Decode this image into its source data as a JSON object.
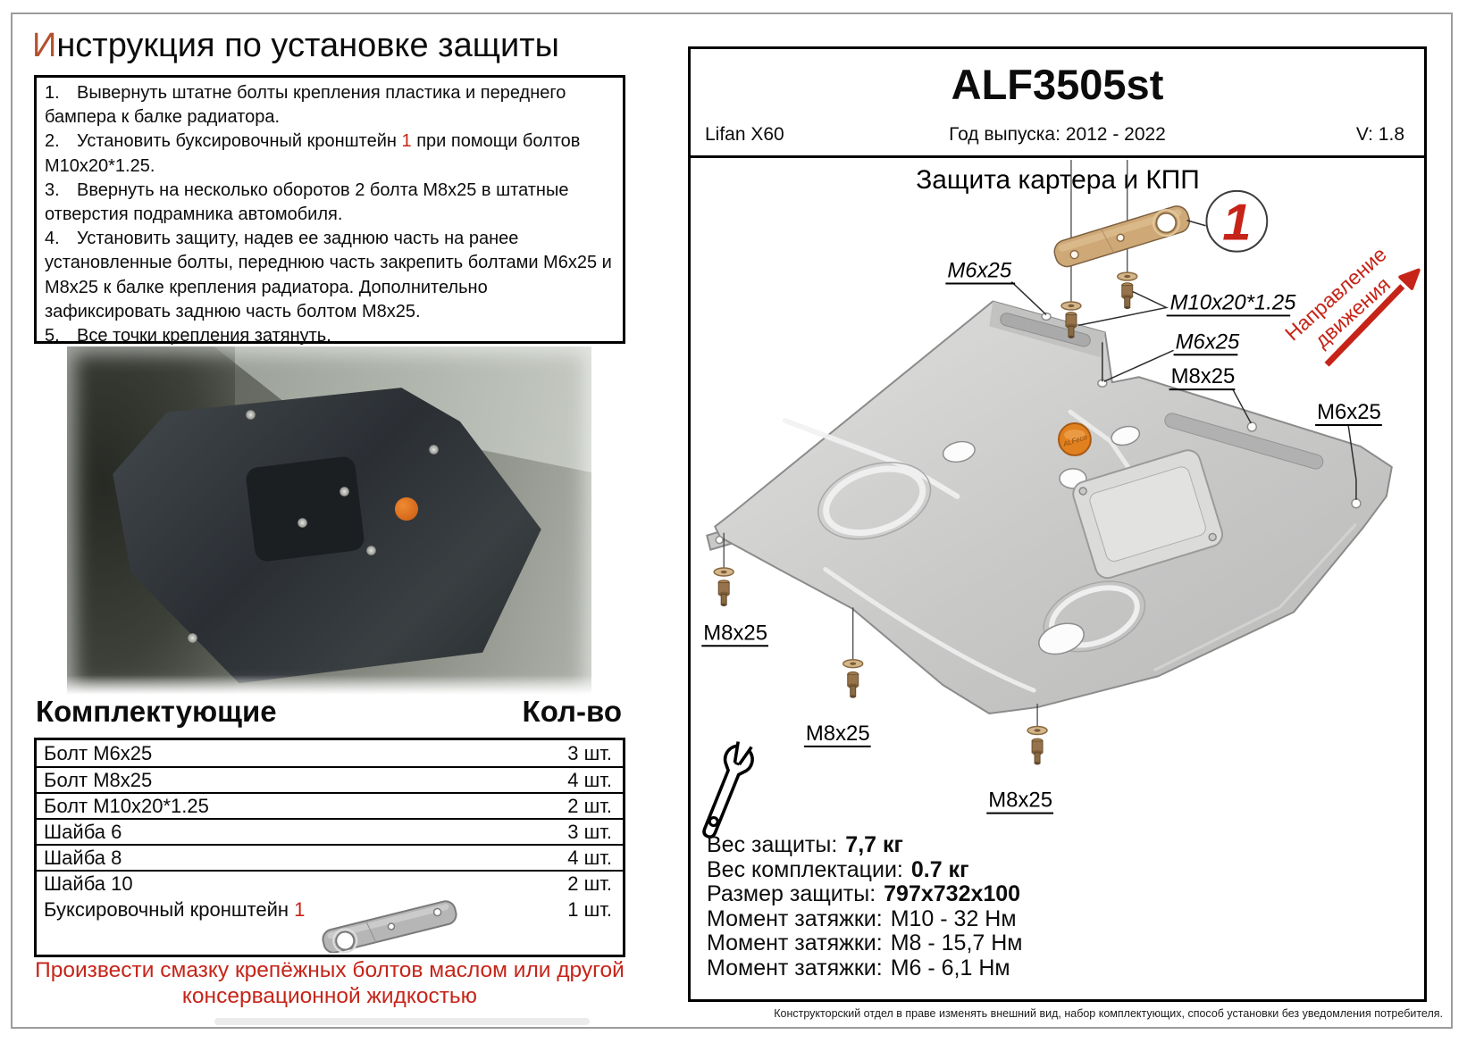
{
  "title": {
    "accent": "И",
    "rest": "нструкция по установке защиты"
  },
  "steps": [
    {
      "num": "1.",
      "pre": "Вывернуть штатне болты крепления пластика и переднего бампера к балке радиатора.",
      "ref": "",
      "post": ""
    },
    {
      "num": "2.",
      "pre": "Установить буксировочный кронштейн ",
      "ref": "1",
      "post": " при помощи болтов М10х20*1.25."
    },
    {
      "num": "3.",
      "pre": "Ввернуть на несколько оборотов 2 болта М8х25 в штатные отверстия подрамника автомобиля.",
      "ref": "",
      "post": ""
    },
    {
      "num": "4.",
      "pre": "Установить защиту, надев ее заднюю часть на ранее установленные болты, переднюю часть закрепить болтами М6х25 и М8х25 к балке крепления радиатора. Дополнительно зафиксировать заднюю часть болтом М8х25.",
      "ref": "",
      "post": ""
    },
    {
      "num": "5.",
      "pre": "Все точки крепления затянуть.",
      "ref": "",
      "post": ""
    }
  ],
  "parts_table": {
    "col_name": "Комплектующие",
    "col_qty": "Кол-во",
    "rows": [
      {
        "name": "Болт М6х25",
        "qty": "3 шт."
      },
      {
        "name": "Болт М8х25",
        "qty": "4 шт."
      },
      {
        "name": "Болт М10х20*1.25",
        "qty": "2 шт."
      },
      {
        "name": "Шайба 6",
        "qty": "3 шт."
      },
      {
        "name": "Шайба 8",
        "qty": "4 шт."
      },
      {
        "name": "Шайба 10",
        "qty": "2 шт."
      }
    ],
    "bracket_row": {
      "name": "Буксировочный кронштейн ",
      "ref": "1",
      "qty": "1 шт."
    }
  },
  "warning": [
    "Произвести смазку крепёжных болтов маслом или другой",
    "консервационной жидкостью"
  ],
  "panel": {
    "part_code": "ALF3505st",
    "model": "Lifan X60",
    "years": "Год выпуска: 2012 - 2022",
    "version": "V: 1.8",
    "diagram_title": "Защита картера и КПП",
    "callout_number": "1",
    "direction_line1": "Направление",
    "direction_line2": "движения",
    "plate_logo": "ALFeco"
  },
  "diagram_labels": {
    "m6_top": "М6х25",
    "m10": "М10х20*1.25",
    "m6_mid": "М6х25",
    "m8_top": "М8х25",
    "m6_right": "М6х25",
    "m8_left": "М8х25",
    "m8_mid": "М8х25",
    "m8_bottom": "М8х25"
  },
  "specs": [
    {
      "label": "Вес защиты:",
      "value": "7,7 кг",
      "bold": true
    },
    {
      "label": "Вес комплектации:",
      "value": "0.7 кг",
      "bold": true
    },
    {
      "label": "Размер защиты:",
      "value": "797х732х100",
      "bold": true
    },
    {
      "label": "Момент затяжки:",
      "value": "М10 - 32 Нм",
      "bold": false
    },
    {
      "label": "Момент затяжки:",
      "value": "М8 - 15,7 Нм",
      "bold": false
    },
    {
      "label": "Момент затяжки:",
      "value": "М6 - 6,1 Нм",
      "bold": false
    }
  ],
  "footnote": "Конструкторский отдел в праве изменять внешний вид, набор комплектующих, способ установки без уведомления потребителя.",
  "colors": {
    "accent_letter": "#b5512e",
    "red": "#c62418",
    "bracket_tan": "#cfa877",
    "plate_gray": "#cccccc",
    "cap_orange": "#e0801f"
  }
}
